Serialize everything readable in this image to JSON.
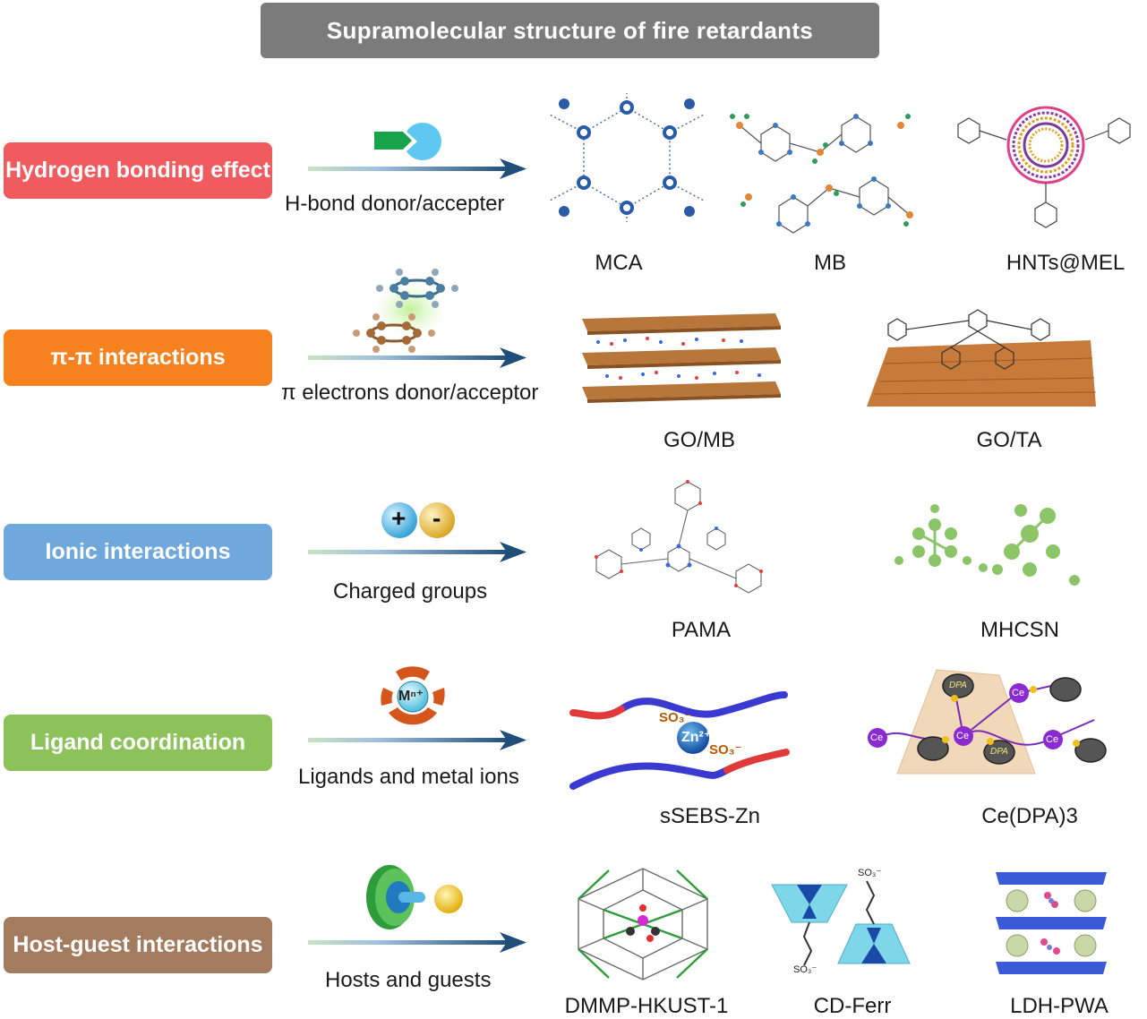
{
  "title": "Supramolecular structure of fire retardants",
  "rows": [
    {
      "name": "Hydrogen bonding effect",
      "color": "#ef5b5e",
      "mechanism": "H-bond donor/accepter",
      "examples": [
        "MCA",
        "MB",
        "HNTs@MEL"
      ]
    },
    {
      "name": "π-π interactions",
      "color": "#f5821f",
      "mechanism": "π electrons donor/acceptor",
      "examples": [
        "GO/MB",
        "GO/TA"
      ]
    },
    {
      "name": "Ionic interactions",
      "color": "#6fa8dc",
      "mechanism": "Charged groups",
      "examples": [
        "PAMA",
        "MHCSN"
      ]
    },
    {
      "name": "Ligand coordination",
      "color": "#8dc25a",
      "mechanism": "Ligands and metal ions",
      "examples": [
        "sSEBS-Zn",
        "Ce(DPA)3"
      ]
    },
    {
      "name": "Host-guest interactions",
      "color": "#a37b5e",
      "mechanism": "Hosts and guests",
      "examples": [
        "DMMP-HKUST-1",
        "CD-Ferr",
        "LDH-PWA"
      ]
    }
  ],
  "icons": {
    "ion_plus": "+",
    "ion_minus": "-",
    "metal_ion": "Mⁿ⁺",
    "zinc_ion": "Zn²⁺",
    "sulfonate": "SO₃⁻",
    "cerium": "Ce",
    "dpa": "DPA"
  }
}
